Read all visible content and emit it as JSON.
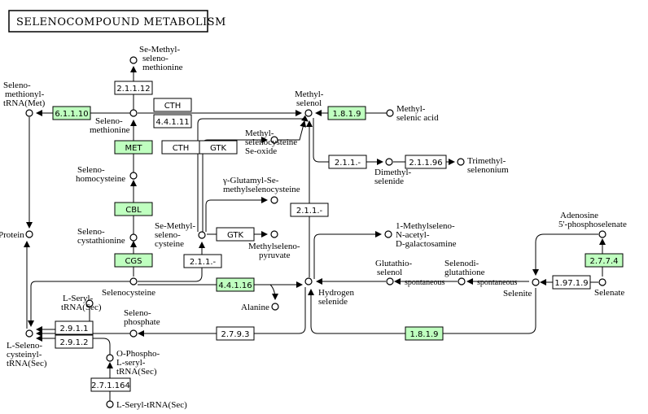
{
  "title": "SELENOCOMPOUND METABOLISM",
  "colors": {
    "gene_box": "#bfffbf",
    "plain_box": "#ffffff",
    "line": "#000000"
  },
  "enzymes": {
    "e6_1_1_10": "6.1.1.10",
    "e2_1_1_12": "2.1.1.12",
    "cth1": "CTH",
    "e4_4_1_11": "4.4.1.11",
    "met": "MET",
    "cth2": "CTH",
    "gtk1": "GTK",
    "cbl": "CBL",
    "cgs": "CGS",
    "e2_1_1_dash_a": "2.1.1.-",
    "gtk2": "GTK",
    "e2_1_1_dash_b": "2.1.1.-",
    "e2_1_1_96": "2.1.1.96",
    "e2_1_1_dash_c": "2.1.1.-",
    "e1_8_1_9_a": "1.8.1.9",
    "e4_4_1_16": "4.4.1.16",
    "e2_9_1_1": "2.9.1.1",
    "e2_9_1_2": "2.9.1.2",
    "e2_7_9_3": "2.7.9.3",
    "e2_7_1_164": "2.7.1.164",
    "e1_8_1_9_b": "1.8.1.9",
    "e2_7_7_4": "2.7.7.4",
    "e1_97_1_9": "1.97.1.9"
  },
  "compounds": {
    "se_methyl_selenomethionine": [
      "Se-Methyl-",
      "seleno-",
      "methionine"
    ],
    "selenomethionyl_trna": [
      "Seleno-",
      "methionyl-",
      "tRNA(Met)"
    ],
    "selenomethionine": [
      "Seleno-",
      "methionine"
    ],
    "methylselenol": [
      "Methyl-",
      "selenol"
    ],
    "methylselenic_acid": [
      "Methyl-",
      "selenic acid"
    ],
    "methylselenocysteine_se_oxide": [
      "Methyl-",
      "selenocysteine",
      "Se-oxide"
    ],
    "selenohomocysteine": [
      "Seleno-",
      "homocysteine"
    ],
    "dimethylselenide": [
      "Dimethyl-",
      "selenide"
    ],
    "trimethylselenonium": [
      "Trimethyl-",
      "selenonium"
    ],
    "gamma_glutamyl": [
      "γ-Glutamyl-Se-",
      "methylselenocysteine"
    ],
    "protein": "Protein",
    "selenocystathionine": [
      "Seleno-",
      "cystathionine"
    ],
    "se_methylselenocysteine": [
      "Se-Methyl-",
      "seleno-",
      "cysteine"
    ],
    "methylselenopyruvate": [
      "Methylseleno-",
      "pyruvate"
    ],
    "methylseleno_galactosamine": [
      "1-Methylseleno-",
      "N-acetyl-",
      "D-galactosamine"
    ],
    "adenosine_phosphoselenate": [
      "Adenosine",
      "5'-phosphoselenate"
    ],
    "glutathioselenol": [
      "Glutathio-",
      "selenol"
    ],
    "selenodiglutathione": [
      "Selenodi-",
      "glutathione"
    ],
    "selenocysteine": "Selenocysteine",
    "hydrogen_selenide": [
      "Hydrogen",
      "selenide"
    ],
    "selenite": "Selenite",
    "selenate": "Selenate",
    "alanine": "Alanine",
    "l_seryl_trna_top": [
      "L-Seryl-",
      "tRNA(Sec)"
    ],
    "selenophosphate": [
      "Seleno-",
      "phosphate"
    ],
    "l_selenocysteinyl_trna": [
      "L-Seleno-",
      "cysteinyl-",
      "tRNA(Sec)"
    ],
    "o_phospho_l_seryl_trna": [
      "O-Phospho-",
      "L-seryl-",
      "tRNA(Sec)"
    ],
    "l_seryl_trna_bottom": "L-Seryl-tRNA(Sec)"
  },
  "edge_labels": {
    "spontaneous_a": "spontaneous",
    "spontaneous_b": "spontaneous"
  }
}
